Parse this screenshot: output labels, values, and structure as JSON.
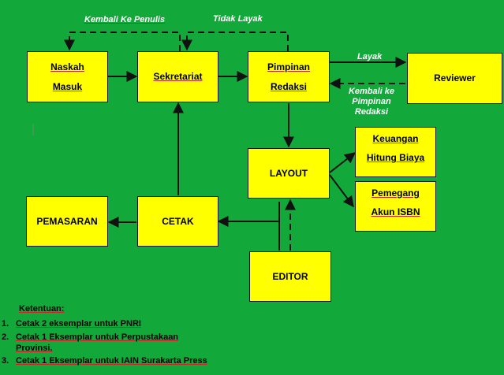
{
  "nodes": {
    "naskah": {
      "line1": "Naskah",
      "line2": "Masuk"
    },
    "sekretariat": {
      "label": "Sekretariat"
    },
    "pimpinan": {
      "line1": "Pimpinan",
      "line2": "Redaksi"
    },
    "reviewer": {
      "label": "Reviewer"
    },
    "layout": {
      "label": "LAYOUT"
    },
    "keuangan": {
      "line1": "Keuangan",
      "line2": "Hitung Biaya"
    },
    "pemegang": {
      "line1": "Pemegang",
      "line2": "Akun  ISBN"
    },
    "pemasaran": {
      "label": "PEMASARAN"
    },
    "cetak": {
      "label": "CETAK"
    },
    "editor": {
      "label": "EDITOR"
    }
  },
  "edge_labels": {
    "kembali_penulis": "Kembali Ke Penulis",
    "tidak_layak": "Tidak  Layak",
    "layak": "Layak",
    "kembali_pimpinan_1": "Kembali ke",
    "kembali_pimpinan_2": "Pimpinan",
    "kembali_pimpinan_3": "Redaksi"
  },
  "notes": {
    "title": "Ketentuan:",
    "items": [
      {
        "num": "1.",
        "text": "Cetak 2 eksemplar untuk PNRI"
      },
      {
        "num": "2.",
        "text": "Cetak 1 Eksemplar untuk Perpustakaan",
        "text2": "Provinsi."
      },
      {
        "num": "3.",
        "text": "Cetak 1 Eksemplar untuk IAIN  Surakarta Press"
      }
    ]
  },
  "colors": {
    "background": "#12a83a",
    "box": "#ffff00",
    "line": "#111111"
  }
}
